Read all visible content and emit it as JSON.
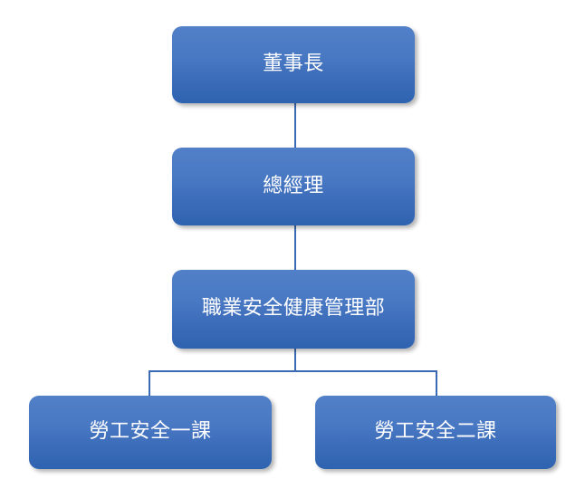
{
  "chart": {
    "type": "org-chart",
    "title": "",
    "background_color": "#ffffff",
    "node_fill_top": "#5180c8",
    "node_fill_bottom": "#2e63b0",
    "node_text_color": "#ffffff",
    "connector_color": "#3a6ab4",
    "nodes": [
      {
        "id": "chairman",
        "label": "董事長",
        "level": 1
      },
      {
        "id": "general_manager",
        "label": "總經理",
        "level": 2
      },
      {
        "id": "department",
        "label": "職業安全健康管理部",
        "level": 3
      },
      {
        "id": "unit_1",
        "label": "勞工安全一課",
        "level": 4
      },
      {
        "id": "unit_2",
        "label": "勞工安全二課",
        "level": 4
      }
    ],
    "edges": [
      {
        "from": "chairman",
        "to": "general_manager"
      },
      {
        "from": "general_manager",
        "to": "department"
      },
      {
        "from": "department",
        "to": "unit_1"
      },
      {
        "from": "department",
        "to": "unit_2"
      }
    ]
  }
}
